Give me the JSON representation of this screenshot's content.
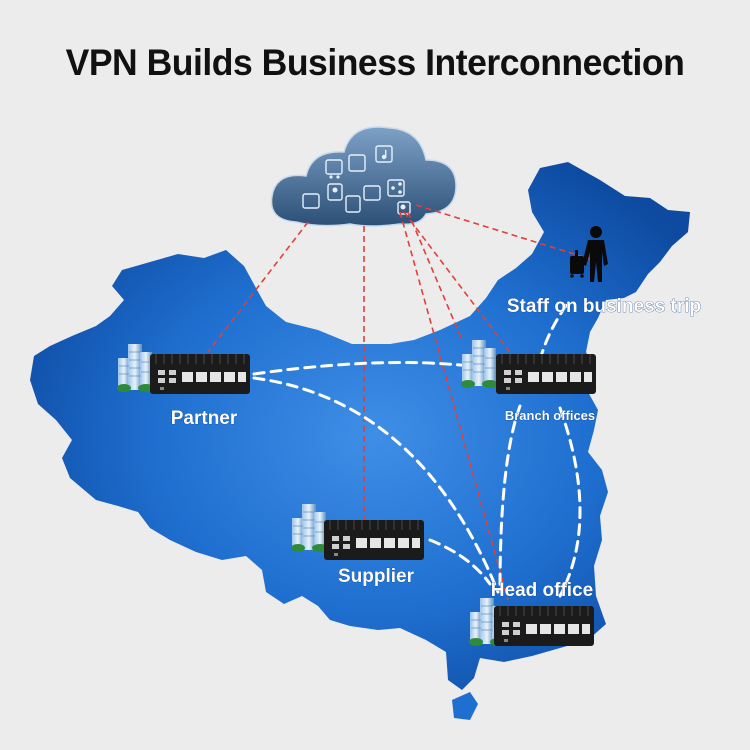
{
  "title": "VPN Builds Business Interconnection",
  "nodes": {
    "partner": "Partner",
    "branch": "Branch offices",
    "supplier": "Supplier",
    "head": "Head office",
    "staff": "Staff on business trip"
  },
  "colors": {
    "background": "#ececec",
    "map_blue": "#1f6fd0",
    "map_dark": "#0d4aa0",
    "vpn_link": "#e0403a",
    "lan_link": "#ffffff",
    "router": "#1b1b1b"
  },
  "icons": [
    "cart-icon",
    "music-icon",
    "image-icon",
    "location-icon",
    "share-icon",
    "document-icon",
    "search-icon",
    "chat-icon",
    "wallet-icon"
  ]
}
